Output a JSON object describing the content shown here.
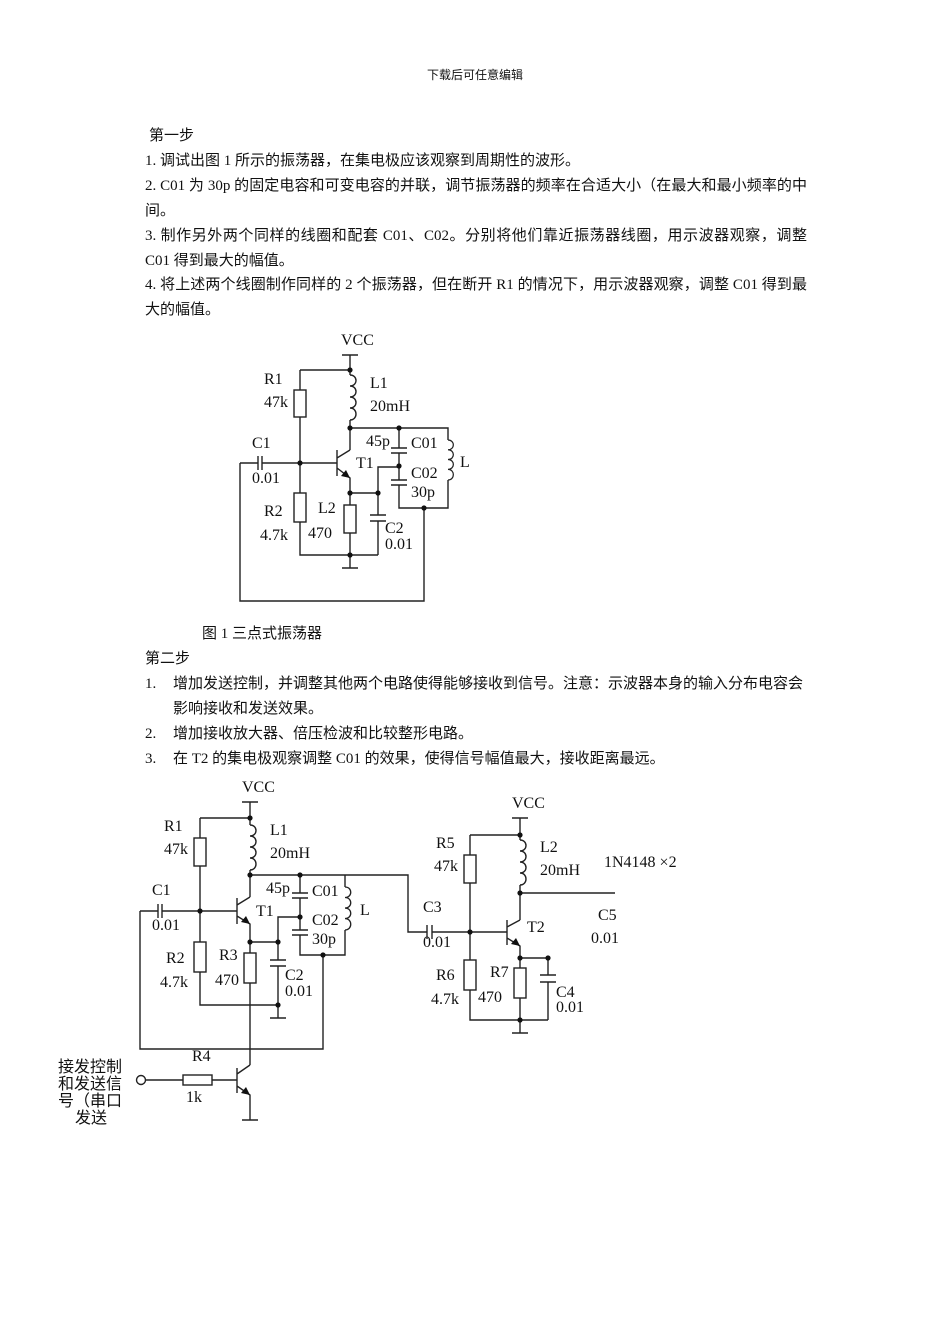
{
  "header": "下载后可任意编辑",
  "step1": {
    "title": "第一步",
    "items": [
      "1. 调试出图 1 所示的振荡器，在集电极应该观察到周期性的波形。",
      "2. C01 为 30p 的固定电容和可变电容的并联，调节振荡器的频率在合适大小（在最大和最小频率的中间。",
      "3. 制作另外两个同样的线圈和配套 C01、C02。分别将他们靠近振荡器线圈，用示波器观察，调整 C01 得到最大的幅值。",
      "4. 将上述两个线圈制作同样的 2 个振荡器，但在断开 R1 的情况下，用示波器观察，调整 C01 得到最大的幅值。"
    ]
  },
  "figure1": {
    "caption": "图 1  三点式振荡器",
    "labels": {
      "vcc": "VCC",
      "r1": "R1",
      "r1v": "47k",
      "l1": "L1",
      "l1v": "20mH",
      "c1": "C1",
      "c1v": "0.01",
      "c01v": "45p",
      "c01": "C01",
      "t1": "T1",
      "l": "L",
      "c02": "C02",
      "c02v": "30p",
      "r2": "R2",
      "r2v": "4.7k",
      "l2": "L2",
      "l2v": "470",
      "c2": "C2",
      "c2v": "0.01"
    }
  },
  "step2": {
    "title": "第二步",
    "items": [
      {
        "num": "1.",
        "text": "增加发送控制，并调整其他两个电路使得能够接收到信号。注意：示波器本身的输入分布电容会影响接收和发送效果。"
      },
      {
        "num": "2.",
        "text": "增加接收放大器、倍压检波和比较整形电路。"
      },
      {
        "num": "3.",
        "text": "在 T2 的集电极观察调整 C01 的效果，使得信号幅值最大，接收距离最远。"
      }
    ]
  },
  "figure2": {
    "labels": {
      "vcc1": "VCC",
      "r1": "R1",
      "r1v": "47k",
      "l1": "L1",
      "l1v": "20mH",
      "c1": "C1",
      "c1v": "0.01",
      "c01v": "45p",
      "c01": "C01",
      "t1": "T1",
      "l": "L",
      "c02": "C02",
      "c02v": "30p",
      "r2": "R2",
      "r2v": "4.7k",
      "r3": "R3",
      "r3v": "470",
      "c2": "C2",
      "c2v": "0.01",
      "r4": "R4",
      "r4v": "1k",
      "input": [
        "接发控制",
        "和发送信",
        "号（串口",
        "发送"
      ],
      "vcc2": "VCC",
      "r5": "R5",
      "r5v": "47k",
      "l2": "L2",
      "l2v": "20mH",
      "diode": "1N4148 ×2",
      "c3": "C3",
      "c3v": "0.01",
      "t2": "T2",
      "c5": "C5",
      "c5v": "0.01",
      "r6": "R6",
      "r6v": "4.7k",
      "r7": "R7",
      "r7v": "470",
      "c4": "C4",
      "c4v": "0.01"
    }
  }
}
